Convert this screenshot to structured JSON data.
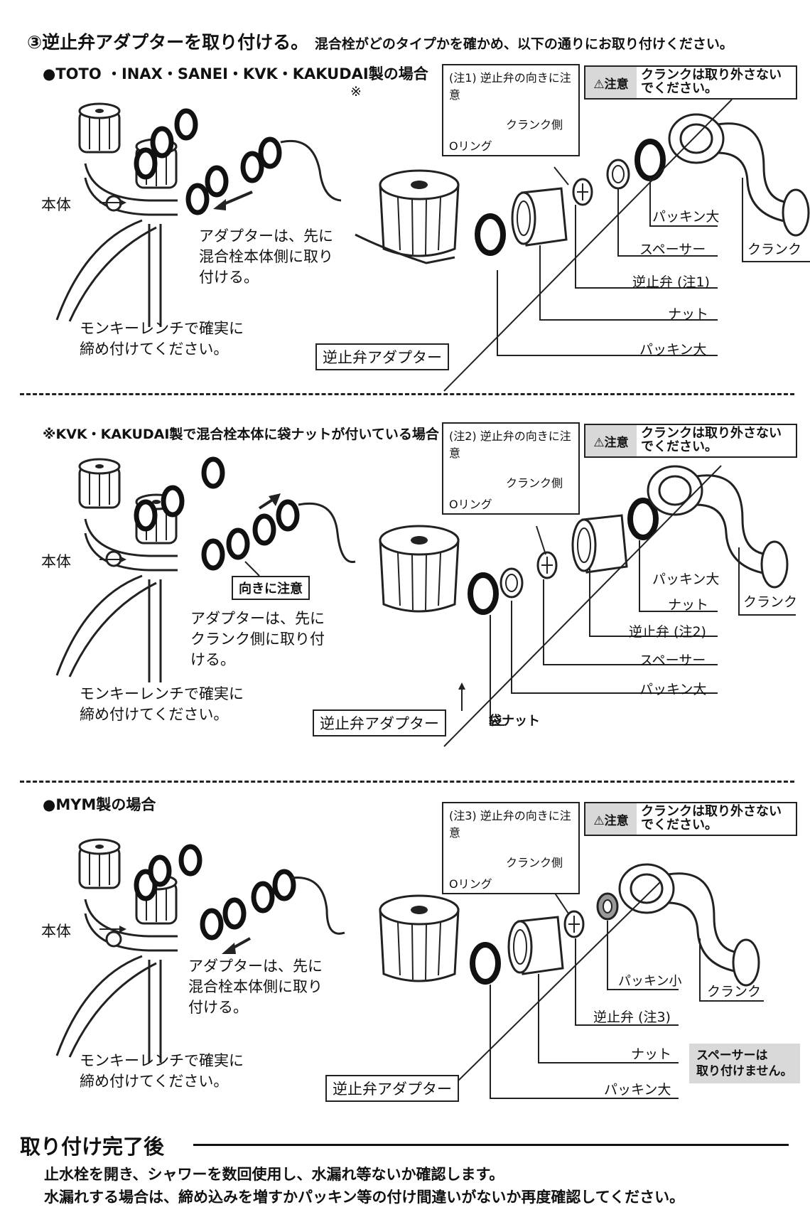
{
  "title": {
    "main": "③逆止弁アダプターを取り付ける。",
    "sub": "混合栓がどのタイプかを確かめ、以下の通りにお取り付けください。"
  },
  "sections": [
    {
      "heading": "●TOTO ・INAX・SANEI・KVK・KAKUDAI製の場合",
      "heading_note": "※",
      "note": {
        "head": "(注1) 逆止弁の向きに注意",
        "oring": "Oリング",
        "side": "クランク側"
      },
      "warning": {
        "label": "⚠注意",
        "line1": "クランクは取り外さない",
        "line2": "でください。"
      },
      "body_label": "本体",
      "instruction": [
        "アダプターは、先に",
        "混合栓本体側に取り",
        "付ける。"
      ],
      "wrench": [
        "モンキーレンチで確実に",
        "締め付けてください。"
      ],
      "adapter_label": "逆止弁アダプター",
      "parts": [
        "パッキン大",
        "スペーサー",
        "逆止弁 (注1)",
        "ナット",
        "パッキン大"
      ],
      "crank": "クランク"
    },
    {
      "heading": "※KVK・KAKUDAI製で混合栓本体に袋ナットが付いている場合",
      "note": {
        "head": "(注2) 逆止弁の向きに注意",
        "oring": "Oリング",
        "side": "クランク側"
      },
      "warning": {
        "label": "⚠注意",
        "line1": "クランクは取り外さない",
        "line2": "でください。"
      },
      "body_label": "本体",
      "orientation": "向きに注意",
      "instruction": [
        "アダプターは、先に",
        "クランク側に取り付",
        "ける。"
      ],
      "wrench": [
        "モンキーレンチで確実に",
        "締め付けてください。"
      ],
      "adapter_label": "逆止弁アダプター",
      "bag_nut": "袋ナット",
      "parts": [
        "パッキン大",
        "ナット",
        "逆止弁 (注2)",
        "スペーサー",
        "パッキン大"
      ],
      "crank": "クランク"
    },
    {
      "heading": "●MYM製の場合",
      "note": {
        "head": "(注3) 逆止弁の向きに注意",
        "oring": "Oリング",
        "side": "クランク側"
      },
      "warning": {
        "label": "⚠注意",
        "line1": "クランクは取り外さない",
        "line2": "でください。"
      },
      "body_label": "本体",
      "instruction": [
        "アダプターは、先に",
        "混合栓本体側に取り",
        "付ける。"
      ],
      "wrench": [
        "モンキーレンチで確実に",
        "締め付けてください。"
      ],
      "adapter_label": "逆止弁アダプター",
      "parts": [
        "パッキン小",
        "逆止弁 (注3)",
        "ナット",
        "パッキン大"
      ],
      "crank": "クランク",
      "spacer_note": [
        "スペーサーは",
        "取り付けません。"
      ]
    }
  ],
  "final": {
    "heading": "取り付け完了後",
    "line1": "止水栓を開き、シャワーを数回使用し、水漏れ等ないか確認します。",
    "line2": "水漏れする場合は、締め込みを増すかパッキン等の付け間違いがないか再度確認してください。"
  }
}
